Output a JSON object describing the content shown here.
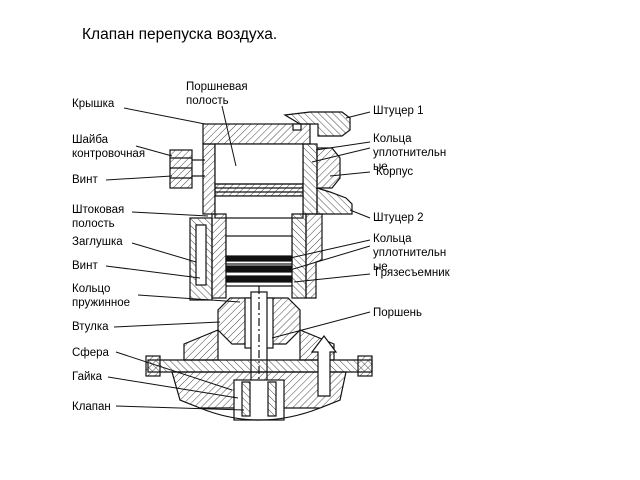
{
  "title": "Клапан перепуска воздуха.",
  "labels": {
    "kryshka": "Крышка",
    "shaiba_1": "Шайба",
    "shaiba_2": "контровочная",
    "vint_top": "Винт",
    "shtokovaya_1": "Штоковая",
    "shtokovaya_2": "полость",
    "zaglushka": "Заглушка",
    "vint_bottom": "Винт",
    "koltso_1": "Кольцо",
    "koltso_2": "пружинное",
    "vtulka": "Втулка",
    "sfera": "Сфера",
    "gaika": "Гайка",
    "klapan": "Клапан",
    "porshnevaya_1": "Поршневая",
    "porshnevaya_2": "полость",
    "shtutser_1": "Штуцер 1",
    "koltsa_top_1": "Кольца",
    "koltsa_top_2": "уплотнительн",
    "koltsa_top_3": "ые",
    "korpus": "Корпус",
    "shtutser_2": "Штуцер 2",
    "koltsa_bot_1": "Кольца",
    "koltsa_bot_2": "уплотнительн",
    "koltsa_bot_3": "ые",
    "gryazesemnik": "Грязесъемник",
    "porshen": "Поршень"
  }
}
